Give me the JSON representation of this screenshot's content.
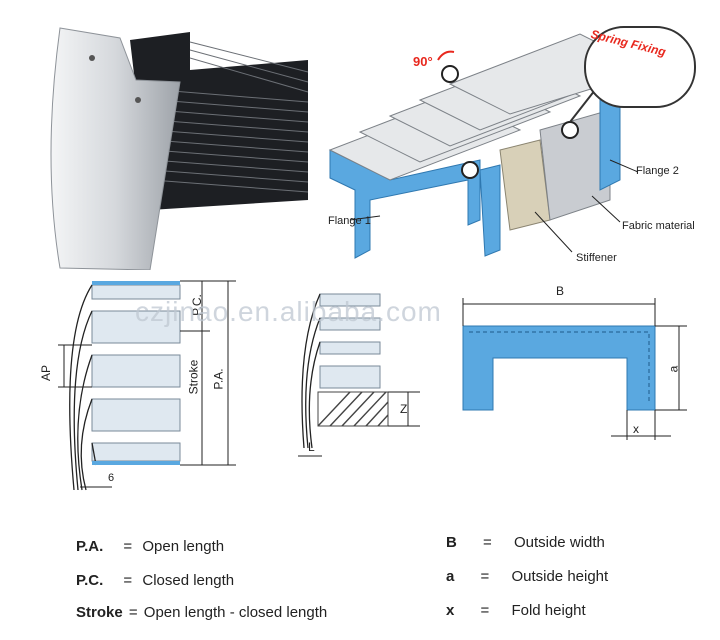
{
  "figure": {
    "labels": {
      "angle": "90°",
      "spring_fixing": "Spring Fixing",
      "flange1": "Flange 1",
      "flange2": "Flange 2",
      "fabric": "Fabric material",
      "stiffener": "Stiffener",
      "pc": "P.C.",
      "stroke": "Stroke",
      "pa": "P.A.",
      "ap": "AP",
      "six": "6",
      "z": "Z",
      "l": "L",
      "b": "B",
      "a": "a",
      "x": "x"
    },
    "watermark": "czjinao.en.alibaba.com",
    "colors": {
      "blue": "#5aa8e0",
      "gray": "#c9ccd1",
      "dark": "#2a2d33",
      "red": "#e8281e"
    }
  },
  "legend": {
    "left": [
      {
        "key": "P.A.",
        "eq": "=",
        "text": "Open length"
      },
      {
        "key": "P.C.",
        "eq": "=",
        "text": "Closed length"
      },
      {
        "key": "Stroke",
        "eq": "=",
        "text": "Open length - closed length"
      }
    ],
    "right": [
      {
        "key": "B",
        "eq": "=",
        "text": "Outside width"
      },
      {
        "key": "a",
        "eq": "=",
        "text": "Outside height"
      },
      {
        "key": "x",
        "eq": "=",
        "text": "Fold height"
      }
    ]
  }
}
